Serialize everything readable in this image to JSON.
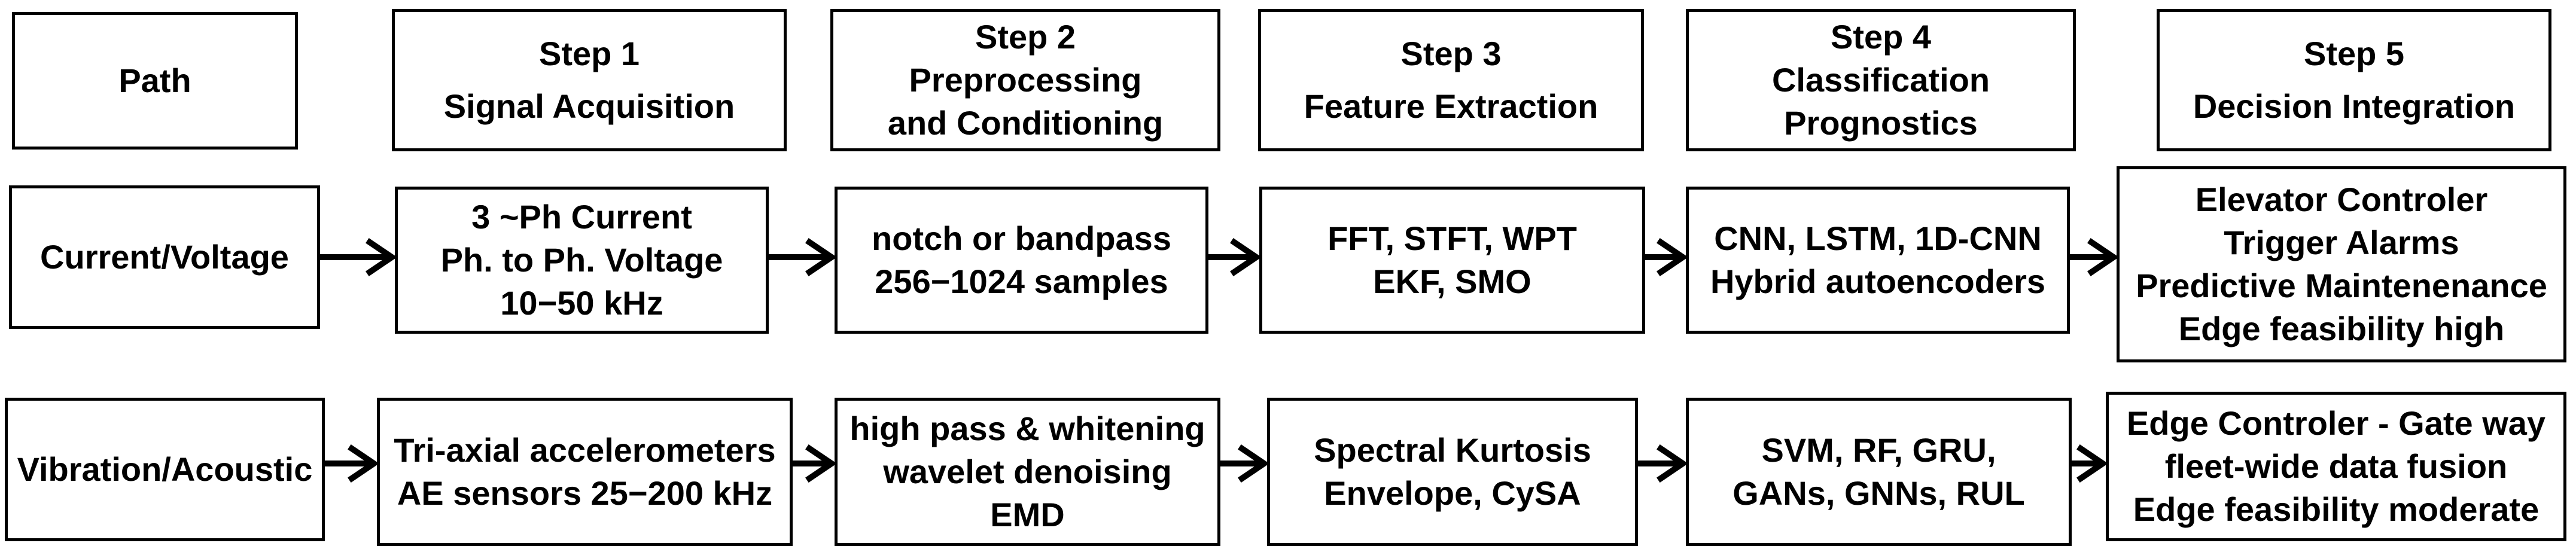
{
  "header": {
    "path_label": "Path",
    "steps": [
      {
        "title": "Step 1",
        "name_lines": [
          "Signal Acquisition"
        ]
      },
      {
        "title": "Step 2",
        "name_lines": [
          "Preprocessing",
          "and Conditioning"
        ]
      },
      {
        "title": "Step 3",
        "name_lines": [
          "Feature Extraction"
        ]
      },
      {
        "title": "Step 4",
        "name_lines": [
          "Classification",
          "Prognostics"
        ]
      },
      {
        "title": "Step 5",
        "name_lines": [
          "Decision  Integration"
        ]
      }
    ]
  },
  "paths": [
    {
      "name": "Current/Voltage",
      "cells": [
        [
          "3 ~Ph Current",
          "Ph. to Ph. Voltage",
          "10−50 kHz"
        ],
        [
          "notch or bandpass",
          "256−1024 samples"
        ],
        [
          "FFT, STFT, WPT",
          "EKF, SMO"
        ],
        [
          "CNN, LSTM, 1D-CNN",
          "Hybrid autoencoders"
        ],
        [
          "Elevator Controler",
          "Trigger Alarms",
          "Predictive Maintenenance",
          "Edge feasibility high"
        ]
      ]
    },
    {
      "name": "Vibration/Acoustic",
      "cells": [
        [
          "Tri-axial accelerometers",
          "AE sensors 25−200 kHz"
        ],
        [
          "high pass & whitening",
          "wavelet denoising",
          "EMD"
        ],
        [
          "Spectral Kurtosis",
          "Envelope, CySA"
        ],
        [
          "SVM, RF, GRU,",
          "GANs, GNNs, RUL"
        ],
        [
          "Edge Controler - Gate way",
          "fleet-wide data fusion",
          "Edge feasibility moderate"
        ]
      ]
    }
  ],
  "colors": {
    "stroke": "#000000",
    "background": "#ffffff",
    "text": "#000000"
  }
}
